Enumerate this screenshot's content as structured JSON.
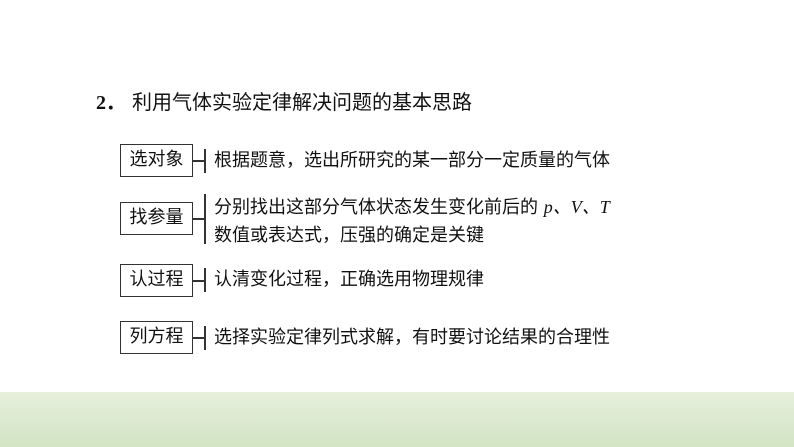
{
  "heading": {
    "number": "2．",
    "text": "利用气体实验定律解决问题的基本思路"
  },
  "steps": [
    {
      "label": "选对象",
      "line1": "根据题意，选出所研究的某一部分一定质量的气体"
    },
    {
      "label": "找参量",
      "line1_prefix": "分别找出这部分气体状态发生变化前后的",
      "line1_vars": "p、V、T",
      "line2": "数值或表达式，压强的确定是关键"
    },
    {
      "label": "认过程",
      "line1": "认清变化过程，正确选用物理规律"
    },
    {
      "label": "列方程",
      "line1": "选择实验定律列式求解，有时要讨论结果的合理性"
    }
  ],
  "colors": {
    "text": "#111111",
    "border": "#333333",
    "band": "#d9e8cc"
  }
}
